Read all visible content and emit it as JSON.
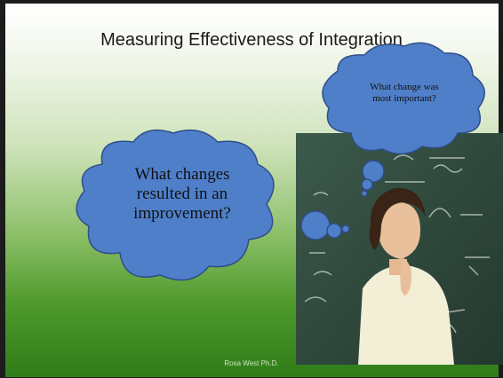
{
  "slide": {
    "title": "Measuring Effectiveness of Integration",
    "big_bubble_lines": [
      "What changes",
      "resulted in an",
      "improvement?"
    ],
    "small_bubble_lines": [
      "What change was",
      "most important?"
    ],
    "footer": "Rosa West Ph.D.",
    "colors": {
      "bubble_fill": "#4f7fc9",
      "bubble_stroke": "#2f4f8a",
      "gradient_bottom": "#2f7d19",
      "chalkboard": "#2f4a3e"
    },
    "icons": [
      "thought-bubble",
      "teacher-photo"
    ]
  }
}
